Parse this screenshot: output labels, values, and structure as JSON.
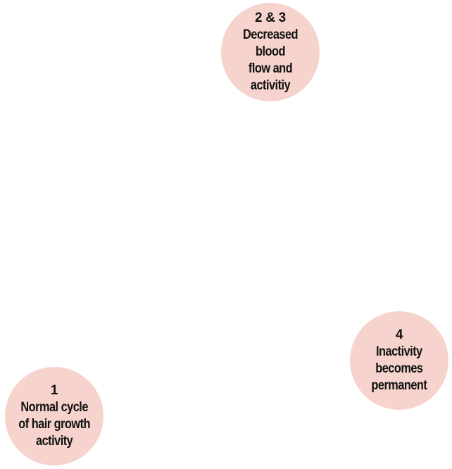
{
  "colors": {
    "circle_fill": "#f6d3cc",
    "text": "#111111",
    "background": "#ffffff"
  },
  "stages": [
    {
      "id": "stage-2-3",
      "number": "2 & 3",
      "text": "Decreased blood\nflow and\nactivitiy"
    },
    {
      "id": "stage-4",
      "number": "4",
      "text": "Inactivity\nbecomes\npermanent"
    },
    {
      "id": "stage-1",
      "number": "1",
      "text": "Normal cycle\nof hair growth\nactivity"
    }
  ]
}
